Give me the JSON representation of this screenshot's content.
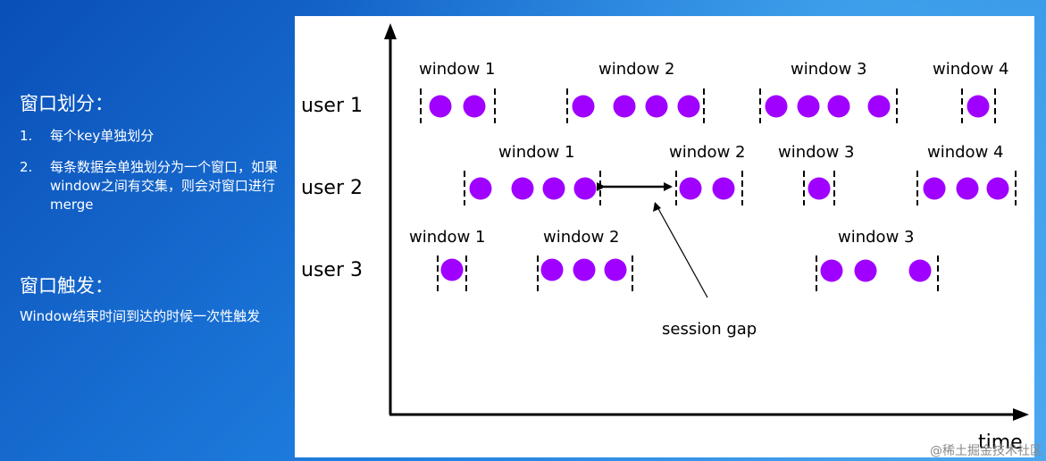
{
  "left_panel": {
    "section1_title": "窗口划分：",
    "items": [
      {
        "num": "1.",
        "text": "每个key单独划分"
      },
      {
        "num": "2.",
        "text": "每条数据会单独划分为一个窗口，如果window之间有交集，则会对窗口进行merge"
      }
    ],
    "section2_title": "窗口触发：",
    "section2_text": "Window结束时间到达的时候一次性触发"
  },
  "diagram": {
    "x_axis_label": "time",
    "annotation": "session gap",
    "dot_color": "#a000ff",
    "rows": [
      {
        "user": "user 1",
        "windows": [
          {
            "label": "window 1",
            "dots": 2
          },
          {
            "label": "window 2",
            "dots": 4
          },
          {
            "label": "window 3",
            "dots": 4
          },
          {
            "label": "window 4",
            "dots": 1
          }
        ]
      },
      {
        "user": "user 2",
        "windows": [
          {
            "label": "window 1",
            "dots": 4
          },
          {
            "label": "window 2",
            "dots": 2
          },
          {
            "label": "window 3",
            "dots": 1
          },
          {
            "label": "window 4",
            "dots": 3
          }
        ]
      },
      {
        "user": "user 3",
        "windows": [
          {
            "label": "window 1",
            "dots": 1
          },
          {
            "label": "window 2",
            "dots": 3
          },
          {
            "label": "window 3",
            "dots": 3
          }
        ]
      }
    ]
  },
  "watermark": "@稀土掘金技术社区"
}
